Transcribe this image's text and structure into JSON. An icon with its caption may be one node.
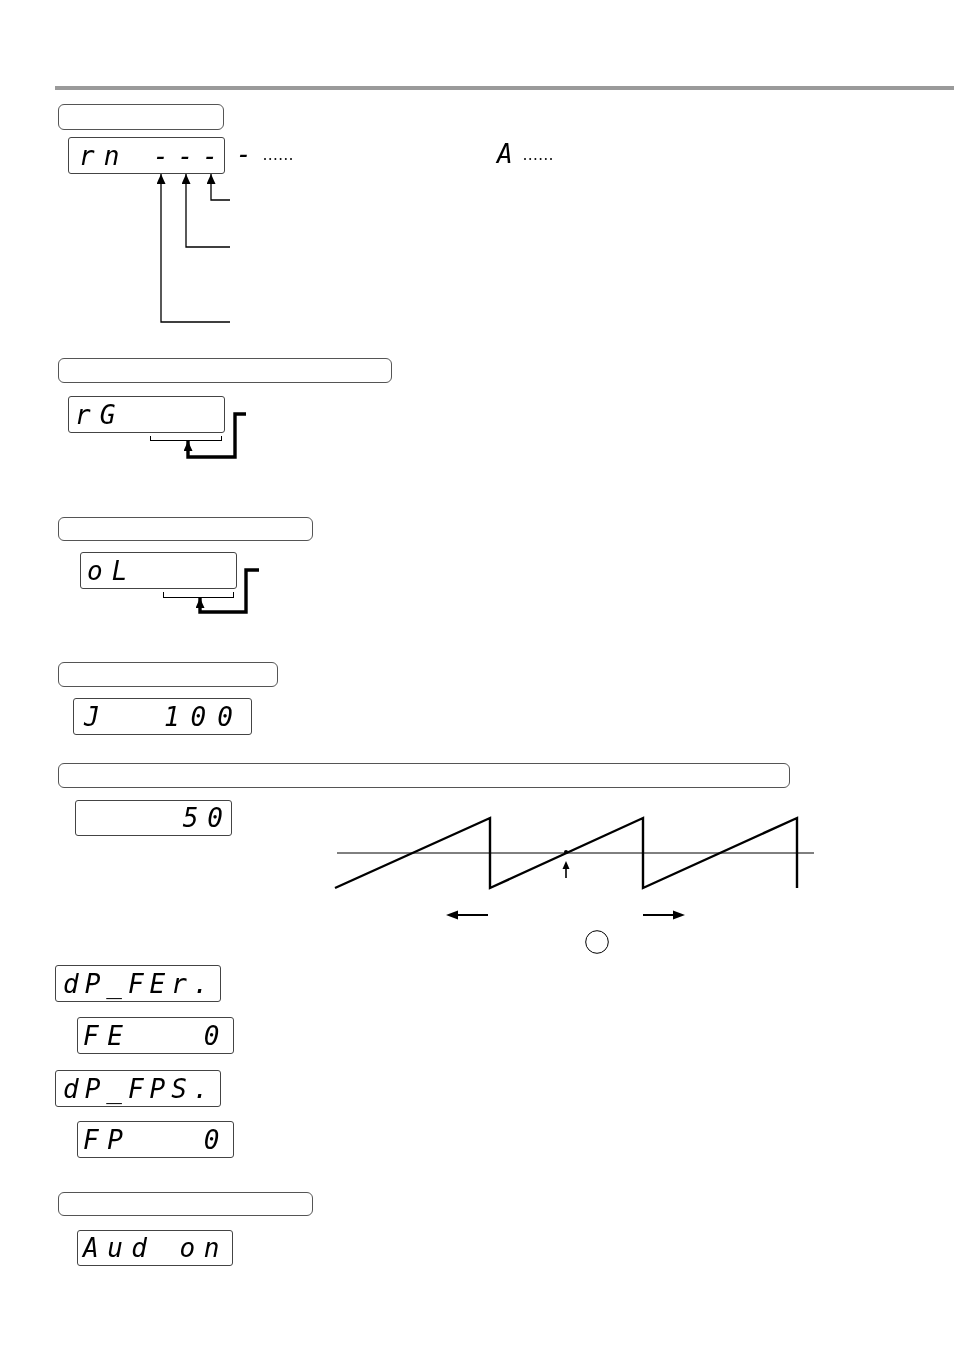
{
  "diagram": {
    "nodes": [
      {
        "text": [],
        "shape": "box"
      },
      {
        "text": [
          "rn ---"
        ]
      },
      {
        "text": [],
        "shape": "box"
      },
      {
        "text": [
          "rG"
        ]
      },
      {
        "text": [],
        "shape": "bracket"
      },
      {
        "text": [],
        "shape": "box"
      },
      {
        "text": [
          "oL"
        ]
      },
      {
        "text": [],
        "shape": "bracket"
      },
      {
        "text": [],
        "shape": "box"
      },
      {
        "text": [
          "J  100"
        ]
      },
      {
        "text": [],
        "shape": "box"
      },
      {
        "text": [
          "50"
        ]
      },
      {
        "text": [
          "dP_FEr."
        ]
      },
      {
        "text": [
          "FE   0"
        ]
      },
      {
        "text": [
          "dP_FPS."
        ]
      },
      {
        "text": [
          "FP   0"
        ]
      },
      {
        "text": [],
        "shape": "box"
      },
      {
        "text": [
          "Aud on"
        ]
      }
    ],
    "edges": [
      {
        "from": null,
        "to": 1,
        "arrow": "to"
      },
      {
        "from": null,
        "to": 1,
        "arrow": "to"
      },
      {
        "from": null,
        "to": 1,
        "arrow": "to"
      },
      {
        "from": null,
        "to": 4,
        "arrow": "to",
        "style": "thick"
      },
      {
        "from": null,
        "to": 7,
        "arrow": "to",
        "style": "thick"
      }
    ],
    "labels": [
      "-",
      "A"
    ]
  }
}
